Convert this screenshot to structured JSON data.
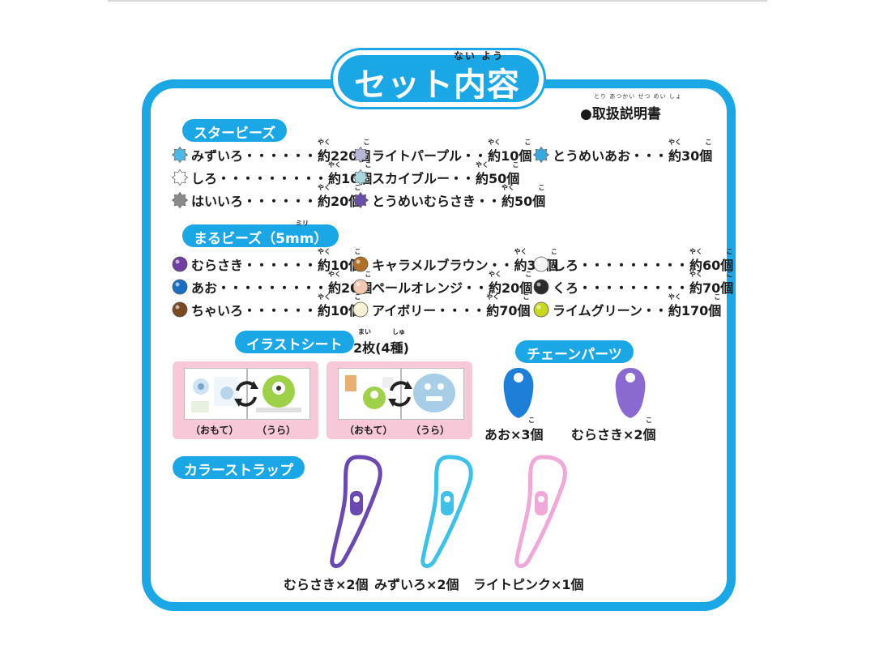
{
  "title": {
    "text": "セット内容",
    "ruby": "ない よう"
  },
  "manual": {
    "label": "●取扱説明書",
    "ruby": "とり あつかい せつ めい しょ"
  },
  "sections": {
    "star": "スタービーズ",
    "round": "まるビーズ（5mm）",
    "round_ruby": "ミリ",
    "illust": "イラストシート",
    "chain": "チェーンパーツ",
    "strap": "カラーストラップ"
  },
  "ruby": {
    "yaku": "やく",
    "ko": "こ",
    "mai": "まい",
    "shu": "しゅ"
  },
  "star_beads": [
    {
      "label": "みずいろ",
      "dots": "・・・・・・",
      "qty": "約220個",
      "color": "#4cb8e6",
      "icon": "star-icon"
    },
    {
      "label": "しろ",
      "dots": "・・・・・・・・・",
      "qty": "約10個",
      "color": "#ffffff",
      "icon": "star-icon"
    },
    {
      "label": "はいいろ",
      "dots": "・・・・・・",
      "qty": "約20個",
      "color": "#8a8a8a",
      "icon": "star-icon"
    },
    {
      "label": "ライトパープル",
      "dots": "・・",
      "qty": "約10個",
      "color": "#b7b7d8",
      "icon": "star-icon"
    },
    {
      "label": "スカイブルー",
      "dots": "・・",
      "qty": "約50個",
      "color": "#a8d8dc",
      "icon": "star-icon"
    },
    {
      "label": "とうめいむらさき",
      "dots": "・・",
      "qty": "約50個",
      "color": "#6a4fa8",
      "icon": "star-icon"
    },
    {
      "label": "とうめいあお",
      "dots": "・・・",
      "qty": "約30個",
      "color": "#3aa8e0",
      "icon": "star-icon"
    }
  ],
  "round_beads": [
    {
      "label": "むらさき",
      "dots": "・・・・・・",
      "qty": "約10個",
      "color": "#6e3fa0"
    },
    {
      "label": "あお",
      "dots": "・・・・・・・・・",
      "qty": "約20個",
      "color": "#1a6fc4"
    },
    {
      "label": "ちゃいろ",
      "dots": "・・・・・・",
      "qty": "約10個",
      "color": "#7a4a22"
    },
    {
      "label": "キャラメルブラウン",
      "dots": "・・",
      "qty": "約30個",
      "color": "#b07028"
    },
    {
      "label": "ペールオレンジ",
      "dots": "・・",
      "qty": "約20個",
      "color": "#f4c8b0"
    },
    {
      "label": "アイボリー",
      "dots": "・・・・",
      "qty": "約70個",
      "color": "#f6f0d2"
    },
    {
      "label": "しろ",
      "dots": "・・・・・・・・・",
      "qty": "約60個",
      "color": "#f4f4f4"
    },
    {
      "label": "くろ",
      "dots": "・・・・・・・・・",
      "qty": "約70個",
      "color": "#2a2a2a"
    },
    {
      "label": "ライムグリーン",
      "dots": "・・",
      "qty": "約170個",
      "color": "#c8d820"
    }
  ],
  "illust": {
    "count": "2枚(4種)",
    "front": "（おもて）",
    "back": "（うら）"
  },
  "chain_parts": [
    {
      "label": "あお×3個",
      "color": "#1e7fd6"
    },
    {
      "label": "むらさき×2個",
      "color": "#8a6ad0"
    }
  ],
  "straps": [
    {
      "label": "むらさき×2個",
      "color": "#6a4ab0"
    },
    {
      "label": "みずいろ×2個",
      "color": "#3ec0e8"
    },
    {
      "label": "ライトピンク×1個",
      "color": "#f0a8d8"
    }
  ],
  "colors": {
    "accent": "#1ba7e6",
    "sheet_bg": "#f6c8d8"
  }
}
